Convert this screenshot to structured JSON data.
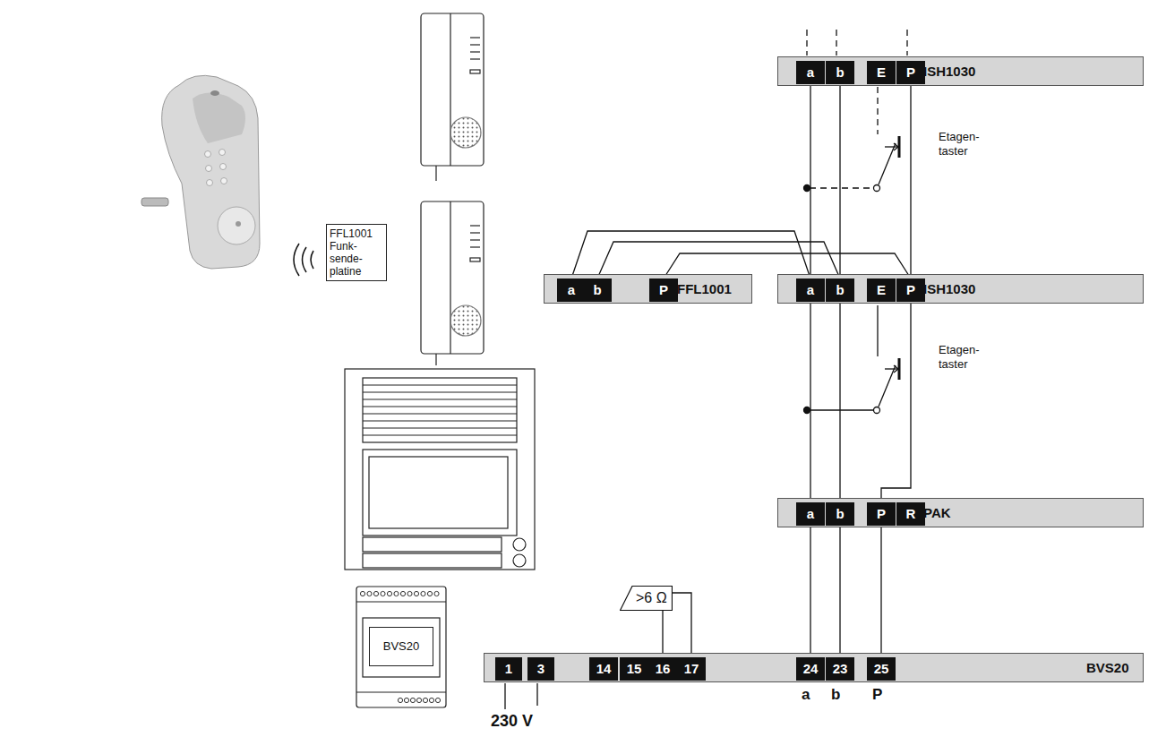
{
  "diagram": {
    "nodes": [
      {
        "text": [
          "ISH1030"
        ]
      },
      {
        "text": [
          "a"
        ],
        "in": 0
      },
      {
        "text": [
          "b"
        ],
        "in": 0
      },
      {
        "text": [
          "E"
        ],
        "in": 0
      },
      {
        "text": [
          "P"
        ],
        "in": 0
      },
      {
        "text": [
          "FFL1001"
        ]
      },
      {
        "text": [
          "a"
        ],
        "in": 5
      },
      {
        "text": [
          "b"
        ],
        "in": 5
      },
      {
        "text": [
          "P"
        ],
        "in": 5
      },
      {
        "text": [
          "ISH1030"
        ]
      },
      {
        "text": [
          "a"
        ],
        "in": 9
      },
      {
        "text": [
          "b"
        ],
        "in": 9
      },
      {
        "text": [
          "E"
        ],
        "in": 9
      },
      {
        "text": [
          "P"
        ],
        "in": 9
      },
      {
        "text": [
          "PAK"
        ]
      },
      {
        "text": [
          "a"
        ],
        "in": 14
      },
      {
        "text": [
          "b"
        ],
        "in": 14
      },
      {
        "text": [
          "P"
        ],
        "in": 14
      },
      {
        "text": [
          "R"
        ],
        "in": 14
      },
      {
        "text": [
          "BVS20"
        ]
      },
      {
        "text": [
          "1"
        ],
        "in": 19
      },
      {
        "text": [
          "3"
        ],
        "in": 19
      },
      {
        "text": [
          "14"
        ],
        "in": 19
      },
      {
        "text": [
          "15"
        ],
        "in": 19
      },
      {
        "text": [
          "16"
        ],
        "in": 19
      },
      {
        "text": [
          "17"
        ],
        "in": 19
      },
      {
        "text": [
          "24"
        ],
        "in": 19
      },
      {
        "text": [
          "23"
        ],
        "in": 19
      },
      {
        "text": [
          "25"
        ],
        "in": 19
      },
      {
        "text": [
          "FFL1001 Funk- sende- platine"
        ]
      },
      {
        "text": [
          ">6 Ω"
        ]
      },
      {
        "text": [
          "BVS20"
        ]
      }
    ],
    "edges": [
      {
        "from": 1,
        "to": 10,
        "arrow": "none"
      },
      {
        "from": 2,
        "to": 11,
        "arrow": "none"
      },
      {
        "from": 4,
        "to": 13,
        "arrow": "none"
      },
      {
        "from": 6,
        "to": 10,
        "arrow": "none"
      },
      {
        "from": 7,
        "to": 11,
        "arrow": "none"
      },
      {
        "from": 8,
        "to": 13,
        "arrow": "none"
      },
      {
        "from": 10,
        "to": 15,
        "arrow": "none"
      },
      {
        "from": 11,
        "to": 16,
        "arrow": "none"
      },
      {
        "from": 13,
        "to": 17,
        "arrow": "none"
      },
      {
        "from": 15,
        "to": 26,
        "arrow": "none"
      },
      {
        "from": 16,
        "to": 27,
        "arrow": "none"
      },
      {
        "from": 17,
        "to": 28,
        "arrow": "none"
      },
      {
        "from": 24,
        "to": 30,
        "arrow": "none"
      },
      {
        "from": 30,
        "to": 25,
        "arrow": "none"
      }
    ],
    "labels": [
      "Etagen- taster",
      "Etagen- taster",
      "a",
      "b",
      "P",
      "230 V"
    ]
  }
}
